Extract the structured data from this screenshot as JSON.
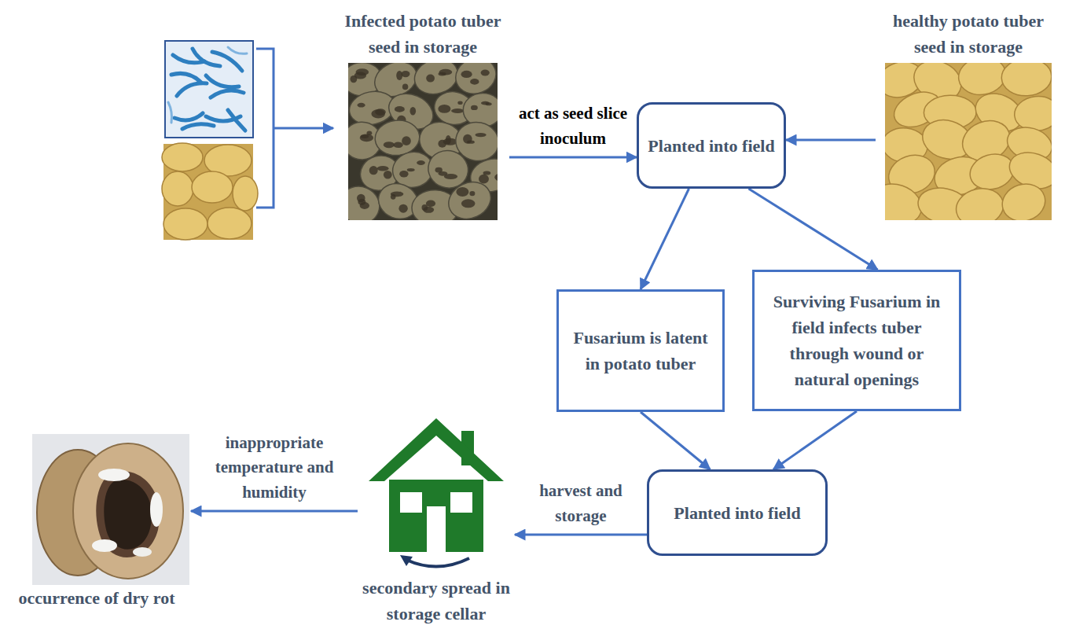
{
  "diagram": {
    "nodes": [
      {
        "text": [
          "Infected potato tuber seed in storage"
        ]
      },
      {
        "text": [
          "Planted into field"
        ]
      },
      {
        "text": [
          "healthy potato tuber seed in storage"
        ]
      },
      {
        "text": [
          "Fusarium is latent in potato tuber"
        ]
      },
      {
        "text": [
          "Surviving Fusarium in field infects tuber through wound or natural openings"
        ]
      },
      {
        "text": [
          "Planted into field"
        ]
      },
      {
        "text": [
          "secondary spread in storage cellar"
        ]
      },
      {
        "text": [
          "occurrence of dry rot"
        ]
      }
    ],
    "edges": [
      {
        "from": 0,
        "to": 1,
        "arrow": "to",
        "label": "act as seed slice inoculum"
      },
      {
        "from": 2,
        "to": 1,
        "arrow": "to"
      },
      {
        "from": 1,
        "to": 3,
        "arrow": "to"
      },
      {
        "from": 1,
        "to": 4,
        "arrow": "to"
      },
      {
        "from": 3,
        "to": 5,
        "arrow": "to"
      },
      {
        "from": 4,
        "to": 5,
        "arrow": "to"
      },
      {
        "from": 5,
        "to": 6,
        "arrow": "to",
        "label": "harvest and storage"
      },
      {
        "from": 6,
        "to": 7,
        "arrow": "to",
        "label": "inappropriate temperature and humidity"
      }
    ]
  }
}
